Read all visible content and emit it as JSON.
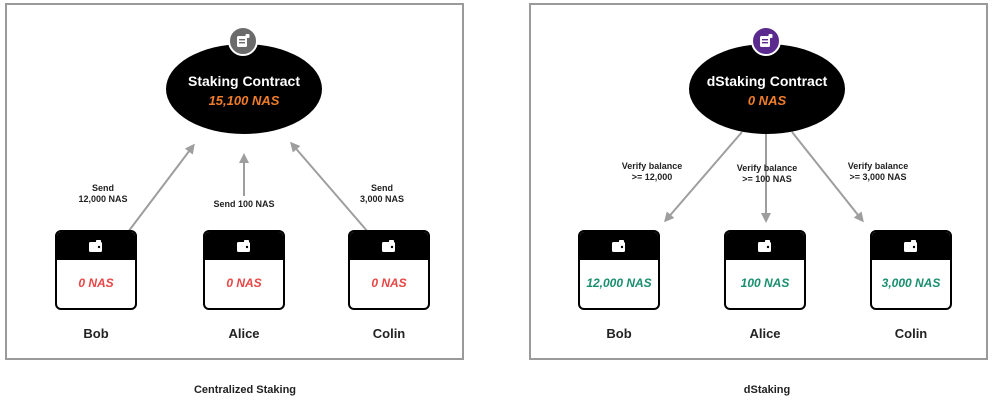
{
  "diagrams": [
    {
      "caption": "Centralized Staking",
      "contract": {
        "name": "Staking Contract",
        "amount": "15,100 NAS",
        "icon": "contract-document-icon",
        "icon_color": "#6b6b6b"
      },
      "edges": [
        {
          "label": "Send\n12,000 NAS",
          "direction": "wallet-to-contract"
        },
        {
          "label": "Send 100 NAS",
          "direction": "wallet-to-contract"
        },
        {
          "label": "Send\n3,000 NAS",
          "direction": "wallet-to-contract"
        }
      ],
      "wallets": [
        {
          "name": "Bob",
          "amount": "0 NAS",
          "icon": "wallet-icon"
        },
        {
          "name": "Alice",
          "amount": "0 NAS",
          "icon": "wallet-icon"
        },
        {
          "name": "Colin",
          "amount": "0 NAS",
          "icon": "wallet-icon"
        }
      ]
    },
    {
      "caption": "dStaking",
      "contract": {
        "name": "dStaking Contract",
        "amount": "0 NAS",
        "icon": "contract-document-icon",
        "icon_color": "#5b2a8e"
      },
      "edges": [
        {
          "label": "Verify balance\n>= 12,000",
          "direction": "contract-to-wallet"
        },
        {
          "label": "Verify balance\n>= 100 NAS",
          "direction": "contract-to-wallet"
        },
        {
          "label": "Verify balance\n>= 3,000 NAS",
          "direction": "contract-to-wallet"
        }
      ],
      "wallets": [
        {
          "name": "Bob",
          "amount": "12,000 NAS",
          "icon": "wallet-icon"
        },
        {
          "name": "Alice",
          "amount": "100 NAS",
          "icon": "wallet-icon"
        },
        {
          "name": "Colin",
          "amount": "3,000 NAS",
          "icon": "wallet-icon"
        }
      ]
    }
  ],
  "colors": {
    "arrow": "#9e9e9e",
    "zero_amount": "#e84646",
    "positive_amount": "#1a8f6f",
    "contract_amount": "#f07d2a"
  }
}
